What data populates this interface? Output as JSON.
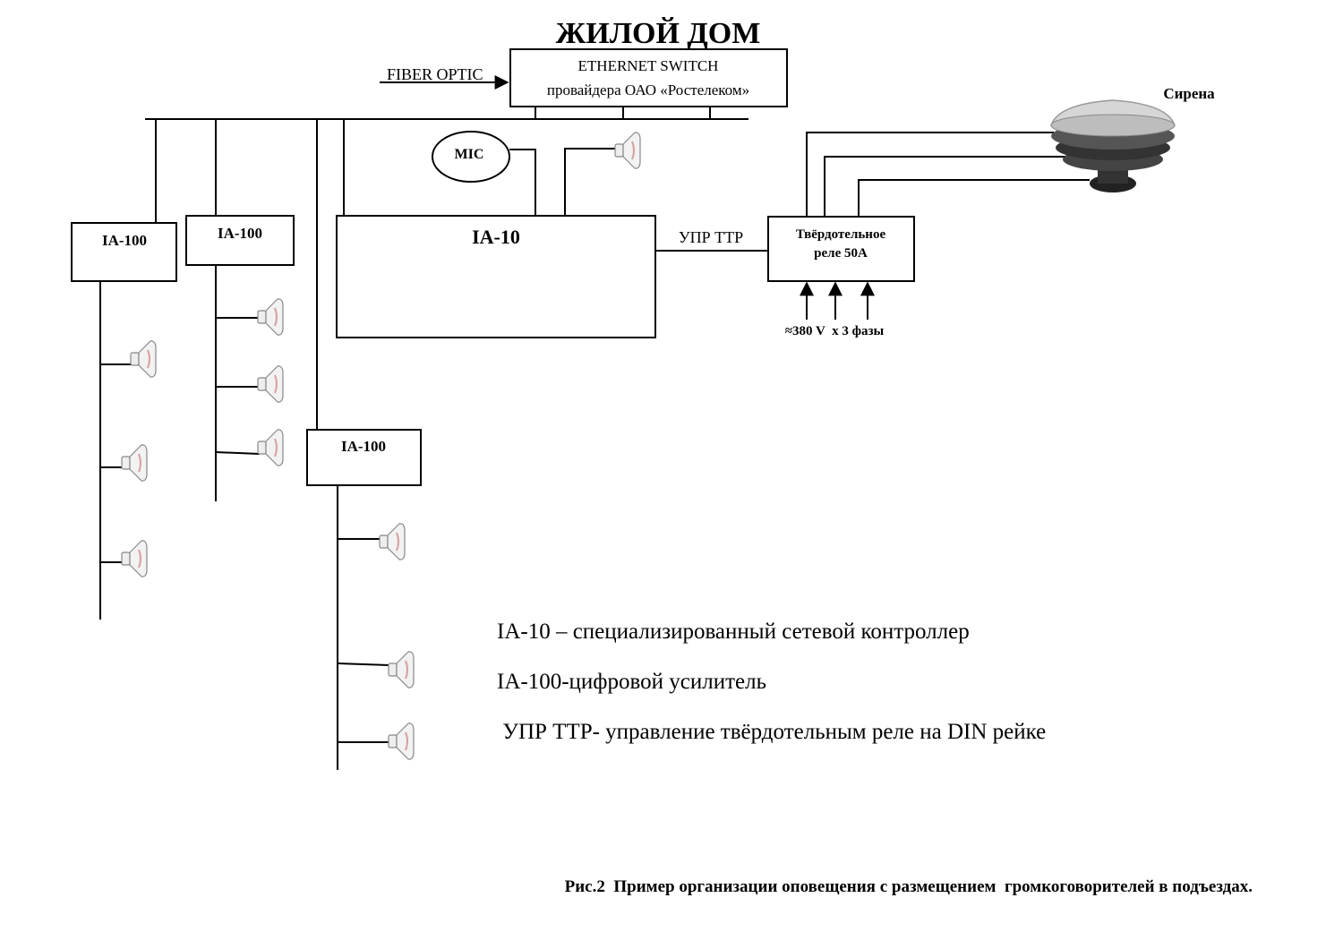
{
  "title": "ЖИЛОЙ ДОМ",
  "fiber_label": "FIBER OPTIC",
  "switch": {
    "line1": "ETHERNET SWITCH",
    "line2": "провайдера ОАО «Ростелеком»"
  },
  "mic_label": "MIC",
  "ia10_label": "IA-10",
  "amplifiers": [
    {
      "label": "IA-100"
    },
    {
      "label": "IA-100"
    },
    {
      "label": "IA-100"
    }
  ],
  "control_label": "УПР ТТР",
  "relay": {
    "line1": "Твёрдотельное",
    "line2": "реле 50А"
  },
  "power_label": "≈380 V  x 3 фазы",
  "siren_label": "Сирена",
  "legend": [
    "IA-10 – специализированный сетевой контроллер",
    "IA-100-цифровой усилитель",
    " УПР ТТР- управление твёрдотельным реле на DIN рейке"
  ],
  "caption": "Рис.2  Пример организации оповещения с размещением  громкоговорителей в подъездах.",
  "icons": {
    "speaker": "speaker-icon",
    "siren": "siren-icon"
  },
  "colors": {
    "line": "#000000",
    "speaker_fill": "#eeeeee",
    "speaker_accent": "#d8a0a0"
  }
}
